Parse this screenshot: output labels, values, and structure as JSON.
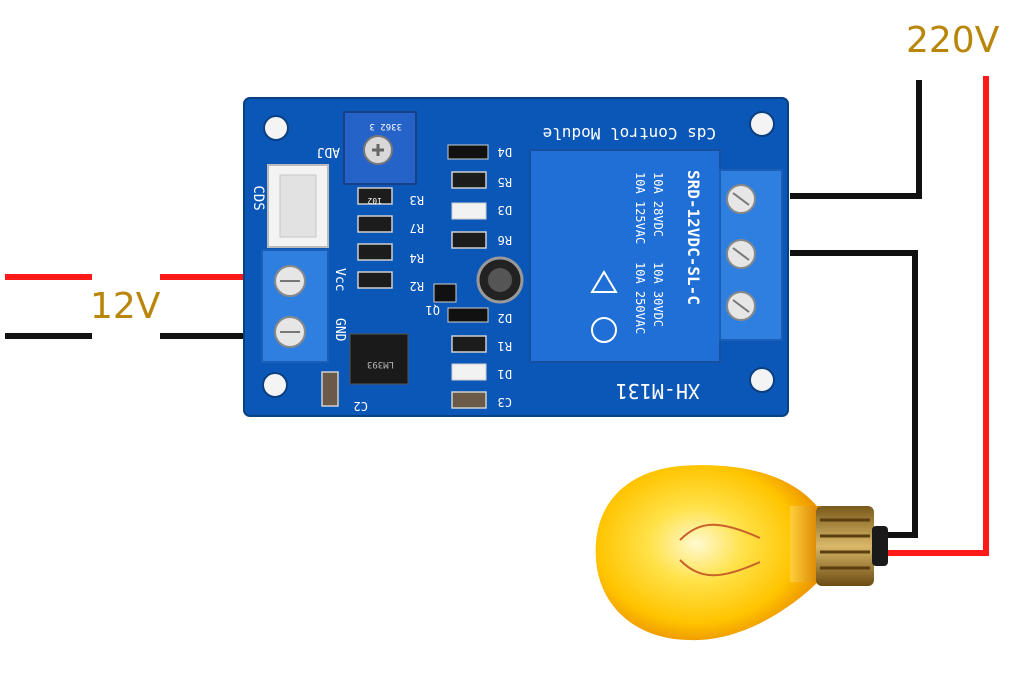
{
  "labels": {
    "supply_low": "12V",
    "supply_high": "220V"
  },
  "module": {
    "title": "Cds Control Module",
    "model": "XH-M131",
    "pot_label": "ADJ",
    "pot_marking": "3362 3",
    "sensor_connector": "CDS",
    "power_pins": [
      "Vcc",
      "GND"
    ],
    "component_labels": [
      "D4",
      "R5",
      "D3",
      "R6",
      "D2",
      "R1",
      "D1",
      "C3",
      "R3",
      "R7",
      "R4",
      "R2",
      "Q1",
      "C2"
    ],
    "ic_marking": "LM393",
    "resistor_marking": "102"
  },
  "relay": {
    "model": "SRD-12VDC-SL-C",
    "ratings": [
      "10A 250VAC",
      "10A 125VAC",
      "10A 30VDC",
      "10A 28VDC"
    ]
  },
  "colors": {
    "pcb": "#0b57b8",
    "relay": "#1f6fd6",
    "terminal": "#2f7fe0",
    "wire_positive": "#ff1a1a",
    "wire_negative": "#111111",
    "label": "#b8860b",
    "bulb": "#ffd21a"
  },
  "icons": {
    "bulb": "light-bulb-icon",
    "pot": "potentiometer-icon"
  }
}
